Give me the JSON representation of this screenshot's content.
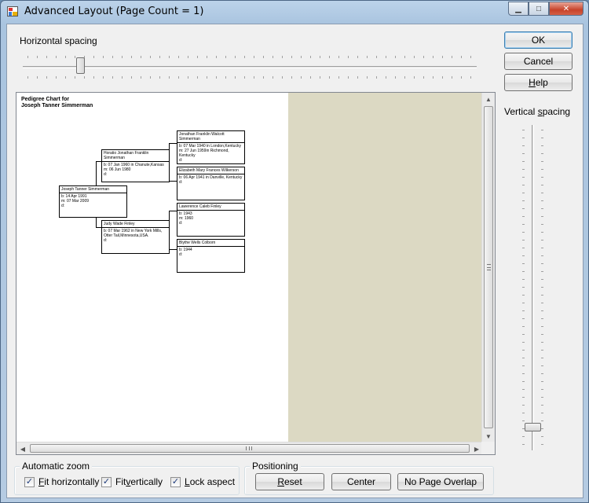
{
  "window": {
    "title": "Advanced Layout (Page Count = 1)",
    "minimize_glyph": "▁",
    "maximize_glyph": "□",
    "close_glyph": "✕"
  },
  "horizontal_spacing": {
    "label": "Horizontal spacing",
    "value_fraction": 0.12
  },
  "vertical_spacing": {
    "label_prefix": "Vertical ",
    "label_underlined": "s",
    "label_suffix": "pacing",
    "value_fraction": 0.94
  },
  "dialog_buttons": {
    "ok": "OK",
    "cancel": "Cancel",
    "help_underlined": "H",
    "help_rest": "elp"
  },
  "preview": {
    "chart_title_line1": "Pedigree Chart for",
    "chart_title_line2": "Joseph Tanner  Simmerman",
    "people": {
      "root": {
        "name": "Joseph Tanner Simmerman",
        "details": [
          "b: 14 Apr 1991",
          "m: 07 Mar 2009",
          "d:"
        ]
      },
      "father": {
        "name": "Horatio Jonathan Franklin Simmerman",
        "details": [
          "b: 07 Jan 1960 in Chanute,Kansas",
          "m: 06 Jun 1980",
          "d:"
        ]
      },
      "mother": {
        "name": "Judy Wade Finley",
        "details": [
          "b: 07 Mar 1962 in New York Mills, Otter Tail,Minnesota,USA.",
          "d:"
        ]
      },
      "ff": {
        "name": "Jonathan Franklin Walcott Simmerman",
        "details": [
          "b: 07 Mar 1940 in London,Kentucky",
          "m: 27 Jun 1959in Richmond, Kentucky",
          "d:"
        ]
      },
      "fm": {
        "name": "Elizabeth Mary Frances Wilkerson",
        "details": [
          "b: 06 Apr 1941 in Danville, Kentucky",
          "d:"
        ]
      },
      "mf": {
        "name": "Lawerence Caleb Finley",
        "details": [
          "b: 1943",
          "m: 1960",
          "d:"
        ]
      },
      "mm": {
        "name": "Blythe Wells Colborn",
        "details": [
          "b: 1944",
          "d:"
        ]
      }
    },
    "scroll_up_glyph": "▲",
    "scroll_down_glyph": "▼",
    "scroll_left_glyph": "◀",
    "scroll_right_glyph": "▶"
  },
  "automatic_zoom": {
    "title": "Automatic zoom",
    "fit_horizontally": {
      "u": "F",
      "rest": "it horizontally",
      "checked": true
    },
    "fit_vertically": {
      "pre": "Fit ",
      "u": "v",
      "rest": "ertically",
      "checked": true
    },
    "lock_aspect": {
      "u": "L",
      "rest": "ock aspect",
      "checked": true
    },
    "check_glyph": "✓"
  },
  "positioning": {
    "title": "Positioning",
    "reset_u": "R",
    "reset_rest": "eset",
    "center": "Center",
    "no_page_overlap": "No Page Overlap"
  }
}
